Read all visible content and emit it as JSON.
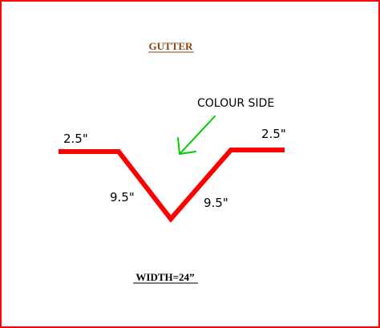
{
  "title": "GUTTER",
  "colour_side_label": "COLOUR SIDE",
  "dimensions": {
    "left_flange": "2.5\"",
    "right_flange": "2.5\"",
    "left_slope": "9.5\"",
    "right_slope": "9.5\""
  },
  "width_label": "WIDTH=24”",
  "colors": {
    "border": "#ff0000",
    "profile": "#ff0000",
    "arrow": "#00cc00",
    "title": "#8b4513"
  },
  "icons": {
    "arrow": "arrow-down-left-icon"
  }
}
